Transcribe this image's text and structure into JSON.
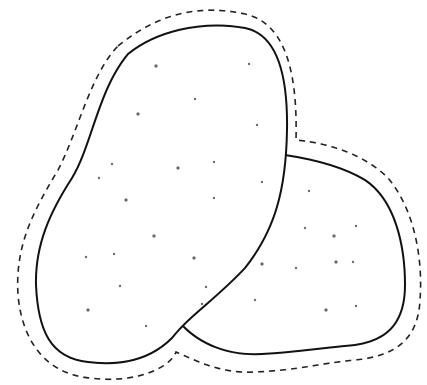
{
  "figure": {
    "description_visible_text": "",
    "shapes": [
      {
        "name": "large-blob",
        "style": "solid-outline"
      },
      {
        "name": "small-blob",
        "style": "solid-outline"
      },
      {
        "name": "outer-boundary",
        "style": "dashed-outline"
      }
    ],
    "colors": {
      "stroke": "#111111",
      "dash": "#222222",
      "dots": "#6b6b6b",
      "background": "#ffffff"
    }
  }
}
